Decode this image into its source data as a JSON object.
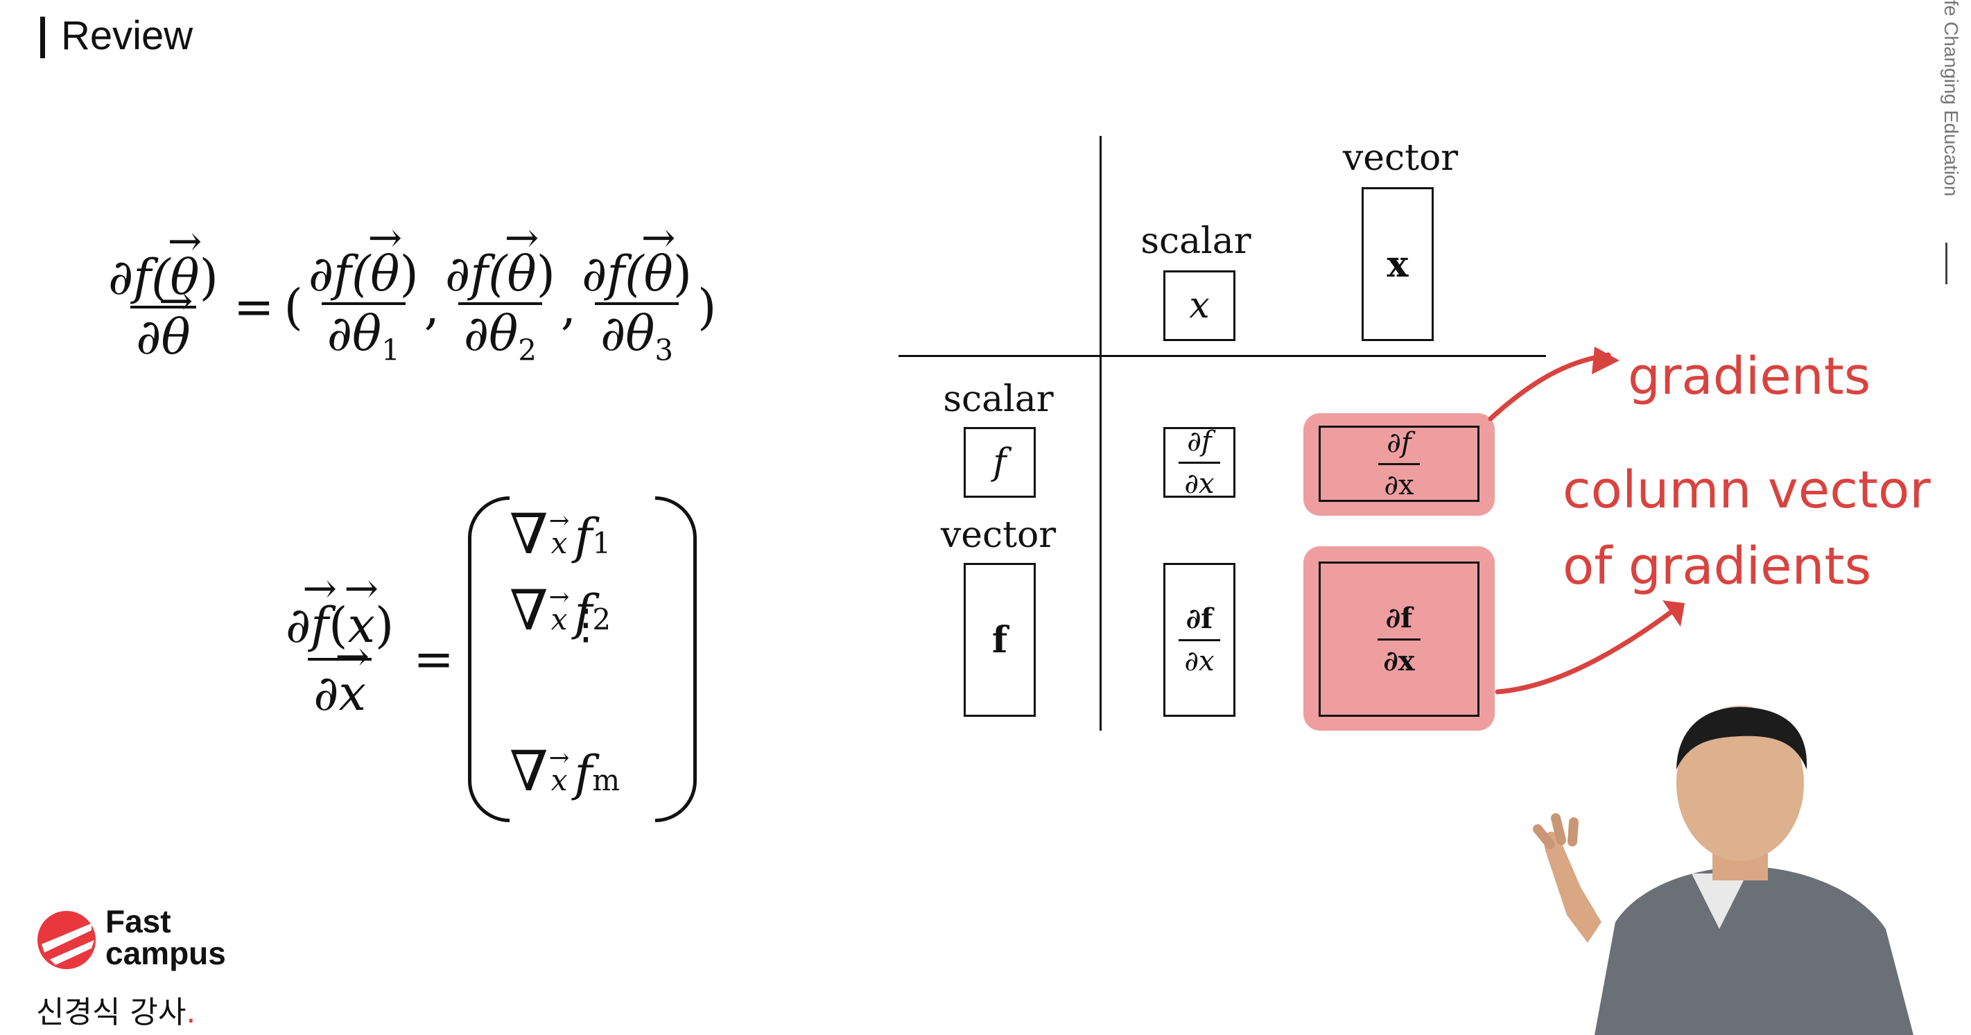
{
  "header": {
    "title": "Review"
  },
  "watermark": {
    "text": "fe Changing Education"
  },
  "equations": {
    "eq1": {
      "lhs_num_f": "∂f(",
      "theta": "θ",
      "close": ")",
      "lhs_den": "∂",
      "equals": "=",
      "open_paren": "(",
      "close_paren": ")",
      "comma": ",",
      "den_prefix": "∂θ",
      "subs": [
        "1",
        "2",
        "3"
      ]
    },
    "eq2": {
      "num_partial": "∂",
      "f": "f",
      "x": "x",
      "den_partial": "∂",
      "equals": "=",
      "nabla": "∇",
      "rows": [
        "1",
        "2",
        "m"
      ],
      "vdots": "⋮"
    }
  },
  "table": {
    "col_headers": [
      "scalar",
      "vector"
    ],
    "row_headers": [
      "scalar",
      "vector"
    ],
    "col_box_labels": [
      "x",
      "x"
    ],
    "row_box_labels": [
      "f",
      "f"
    ],
    "cells": {
      "r1c1": {
        "num": "∂f",
        "den": "∂x"
      },
      "r1c2": {
        "num": "∂f",
        "den": "∂x"
      },
      "r2c1": {
        "num": "∂f",
        "den": "∂x"
      },
      "r2c2": {
        "num": "∂f",
        "den": "∂x"
      }
    },
    "colors": {
      "highlight": "#ef9ea0",
      "annotation": "#d9433f"
    }
  },
  "annotations": {
    "gradients": "gradients",
    "column_vector_line1": "column vector",
    "column_vector_line2": "of gradients"
  },
  "branding": {
    "logo_line1": "Fast",
    "logo_line2": "campus",
    "lecturer": "신경식 강사",
    "lecturer_dot": "."
  }
}
